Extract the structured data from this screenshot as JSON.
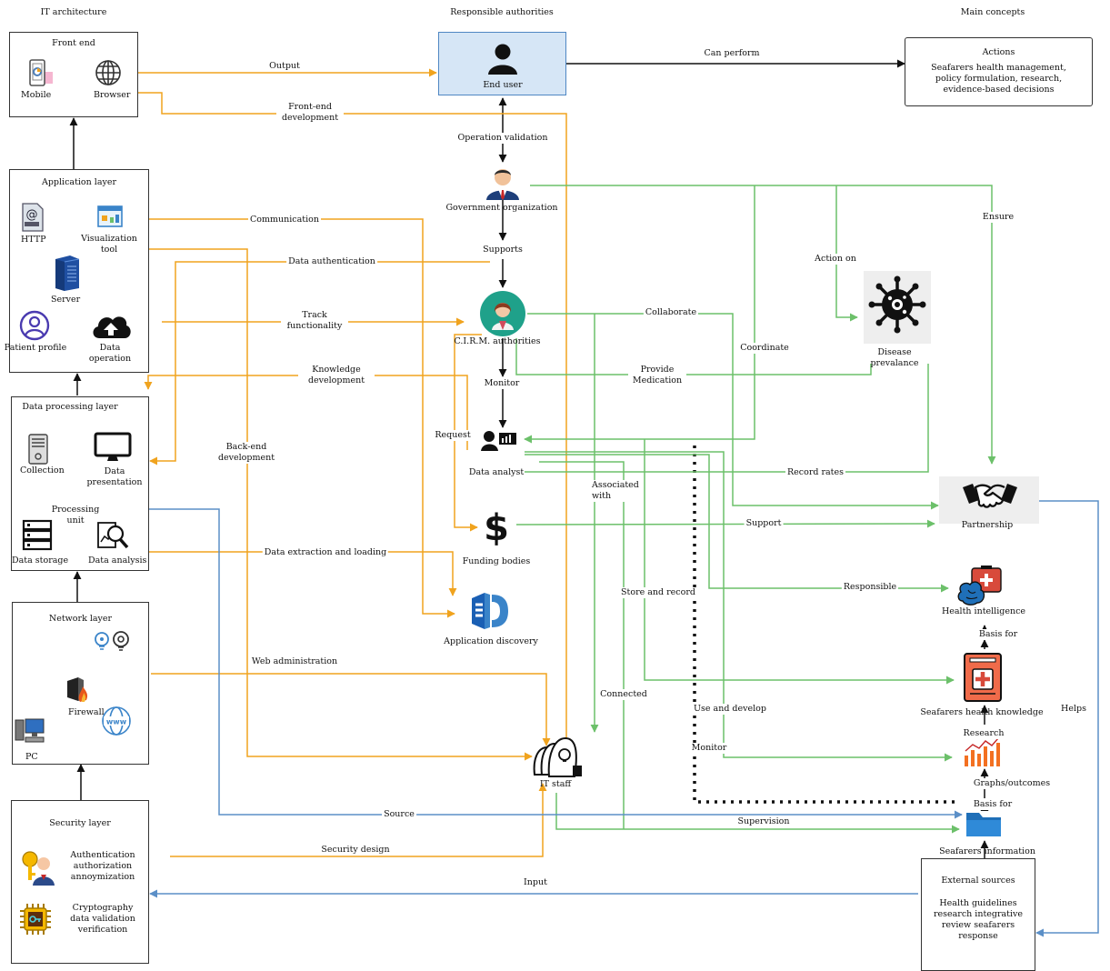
{
  "headers": {
    "left": "IT architecture",
    "middle": "Responsible authorities",
    "right": "Main concepts"
  },
  "layers": {
    "front_end": {
      "title": "Front end",
      "mobile": "Mobile",
      "browser": "Browser"
    },
    "application": {
      "title": "Application layer",
      "http": "HTTP",
      "visualization": "Visualization tool",
      "server": "Server",
      "patient_profile": "Patient profile",
      "data_operation": "Data operation"
    },
    "data_processing": {
      "title": "Data processing layer",
      "collection": "Collection",
      "data_presentation": "Data presentation",
      "processing_unit": "Processing unit",
      "data_storage": "Data storage",
      "data_analysis": "Data analysis"
    },
    "network": {
      "title": "Network layer",
      "firewall": "Firewall",
      "pc": "PC"
    },
    "security": {
      "title": "Security layer",
      "auth": "Authentication authorization annoymization",
      "crypto": "Cryptography data validation verification"
    }
  },
  "authorities": {
    "end_user": "End user",
    "government": "Government organization",
    "cirm": "C.I.R.M. authorities",
    "data_analyst": "Data analyst",
    "funding": "Funding bodies",
    "app_discovery": "Application discovery",
    "it_staff": "IT staff"
  },
  "concepts": {
    "actions_title": "Actions",
    "actions_body": "Seafarers health management, policy formulation, research, evidence-based decisions",
    "disease": "Disease prevalance",
    "partnership": "Partnership",
    "health_intelligence": "Health intelligence",
    "health_knowledge": "Seafarers health knowledge",
    "seafarers_information": "Seafarers information",
    "external_title": "External sources",
    "external_body": "Health guidelines research integrative review seafarers response"
  },
  "edge_labels": {
    "output": "Output",
    "front_end_dev": "Front-end development",
    "can_perform": "Can perform",
    "operation_validation": "Operation validation",
    "communication": "Communication",
    "supports": "Supports",
    "data_authentication": "Data authentication",
    "track_functionality": "Track functionality",
    "knowledge_development": "Knowledge development",
    "monitor": "Monitor",
    "request": "Request",
    "back_end_dev": "Back-end development",
    "data_extraction": "Data extraction and loading",
    "web_admin": "Web administration",
    "source": "Source",
    "security_design": "Security design",
    "input": "Input",
    "collaborate": "Collaborate",
    "provide_medication": "Provide Medication",
    "coordinate": "Coordinate",
    "action_on": "Action on",
    "ensure": "Ensure",
    "record_rates": "Record rates",
    "associated_with": "Associated with",
    "support": "Support",
    "responsible": "Responsible",
    "store_and_record": "Store and record",
    "connected": "Connected",
    "use_and_develop": "Use and develop",
    "monitor2": "Monitor",
    "supervision": "Supervision",
    "basis_for_1": "Basis for",
    "research": "Research",
    "graphs_outcomes": "Graphs/outcomes",
    "basis_for_2": "Basis for",
    "helps": "Helps"
  },
  "colors": {
    "orange": "#f0a31e",
    "green": "#6cc06a",
    "blue": "#5b8fc7",
    "black": "#111111",
    "end_user_fill": "#d6e6f6",
    "end_user_border": "#4f87c3"
  }
}
